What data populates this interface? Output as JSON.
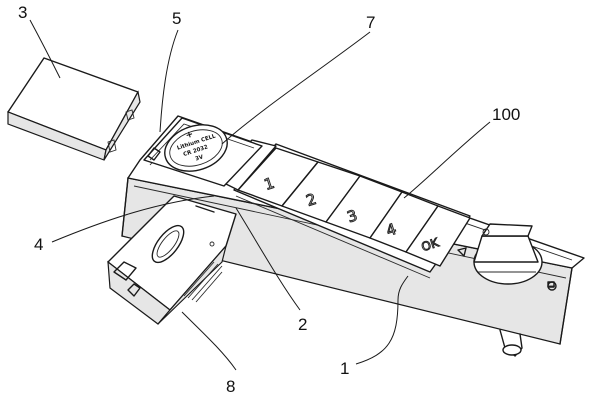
{
  "reference_numerals": {
    "r1": "1",
    "r3": "3",
    "r4": "4",
    "r5": "5",
    "r7": "7",
    "r8": "8",
    "r100": "100",
    "r2": "2"
  },
  "keypad": {
    "keys": [
      "1",
      "2",
      "3",
      "4",
      "OK"
    ]
  },
  "coin_cell": {
    "plus": "+",
    "line1": "Lithium CELL",
    "line2": "CR 2032",
    "line3": "3V"
  }
}
